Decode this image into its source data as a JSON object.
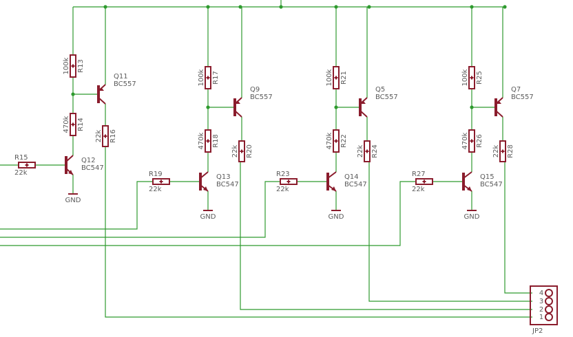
{
  "resistors": [
    {
      "name": "R13",
      "value": "100k"
    },
    {
      "name": "R14",
      "value": "470k"
    },
    {
      "name": "R15",
      "value": "22k"
    },
    {
      "name": "R16",
      "value": "22k"
    },
    {
      "name": "R17",
      "value": "100k"
    },
    {
      "name": "R18",
      "value": "470k"
    },
    {
      "name": "R19",
      "value": "22k"
    },
    {
      "name": "R20",
      "value": "22k"
    },
    {
      "name": "R21",
      "value": "100k"
    },
    {
      "name": "R22",
      "value": "470k"
    },
    {
      "name": "R23",
      "value": "22k"
    },
    {
      "name": "R24",
      "value": "22k"
    },
    {
      "name": "R25",
      "value": "100k"
    },
    {
      "name": "R26",
      "value": "470k"
    },
    {
      "name": "R27",
      "value": "22k"
    },
    {
      "name": "R28",
      "value": "22k"
    }
  ],
  "transistors": [
    {
      "name": "Q11",
      "model": "BC557",
      "type": "pnp"
    },
    {
      "name": "Q12",
      "model": "BC547",
      "type": "npn"
    },
    {
      "name": "Q9",
      "model": "BC557",
      "type": "pnp"
    },
    {
      "name": "Q13",
      "model": "BC547",
      "type": "npn"
    },
    {
      "name": "Q5",
      "model": "BC557",
      "type": "pnp"
    },
    {
      "name": "Q14",
      "model": "BC547",
      "type": "npn"
    },
    {
      "name": "Q7",
      "model": "BC557",
      "type": "pnp"
    },
    {
      "name": "Q15",
      "model": "BC547",
      "type": "npn"
    }
  ],
  "ground_label": "GND",
  "connector": {
    "name": "JP2",
    "pins": [
      "4",
      "3",
      "2",
      "1"
    ]
  },
  "colors": {
    "wire": "#2e9a2e",
    "part": "#8a1c2c",
    "text": "#5a5a5a"
  }
}
